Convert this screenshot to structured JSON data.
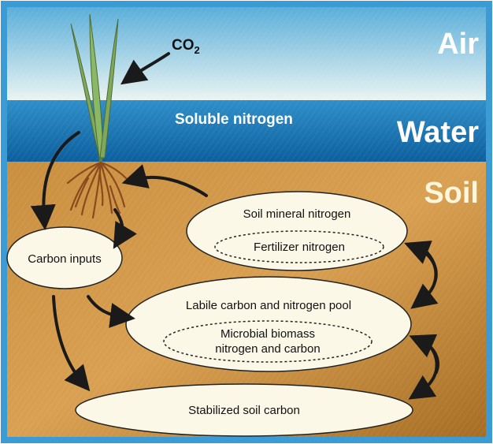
{
  "layers": {
    "air": "Air",
    "water": "Water",
    "soil": "Soil"
  },
  "labels": {
    "co2_main": "CO",
    "co2_sub": "2",
    "soluble_nitrogen": "Soluble nitrogen"
  },
  "pools": {
    "carbon_inputs": "Carbon inputs",
    "soil_mineral_nitrogen": "Soil mineral nitrogen",
    "fertilizer_nitrogen": "Fertilizer nitrogen",
    "labile_pool": "Labile carbon and nitrogen pool",
    "microbial_line1": "Microbial biomass",
    "microbial_line2": "nitrogen and carbon",
    "stabilized_soil_carbon": "Stabilized soil carbon"
  },
  "colors": {
    "air_top": "#5aaed9",
    "air_bottom": "#eaf4f2",
    "water_top": "#2f8fc8",
    "water_bottom": "#0d5f9e",
    "soil_top": "#c98f3f",
    "soil_bottom": "#a66e24",
    "border": "#3a9bd5",
    "ellipse_fill": "#fbf8e8",
    "arrow": "#1a1a1a",
    "plant": "#7fa85c",
    "root": "#8a4a1e"
  }
}
